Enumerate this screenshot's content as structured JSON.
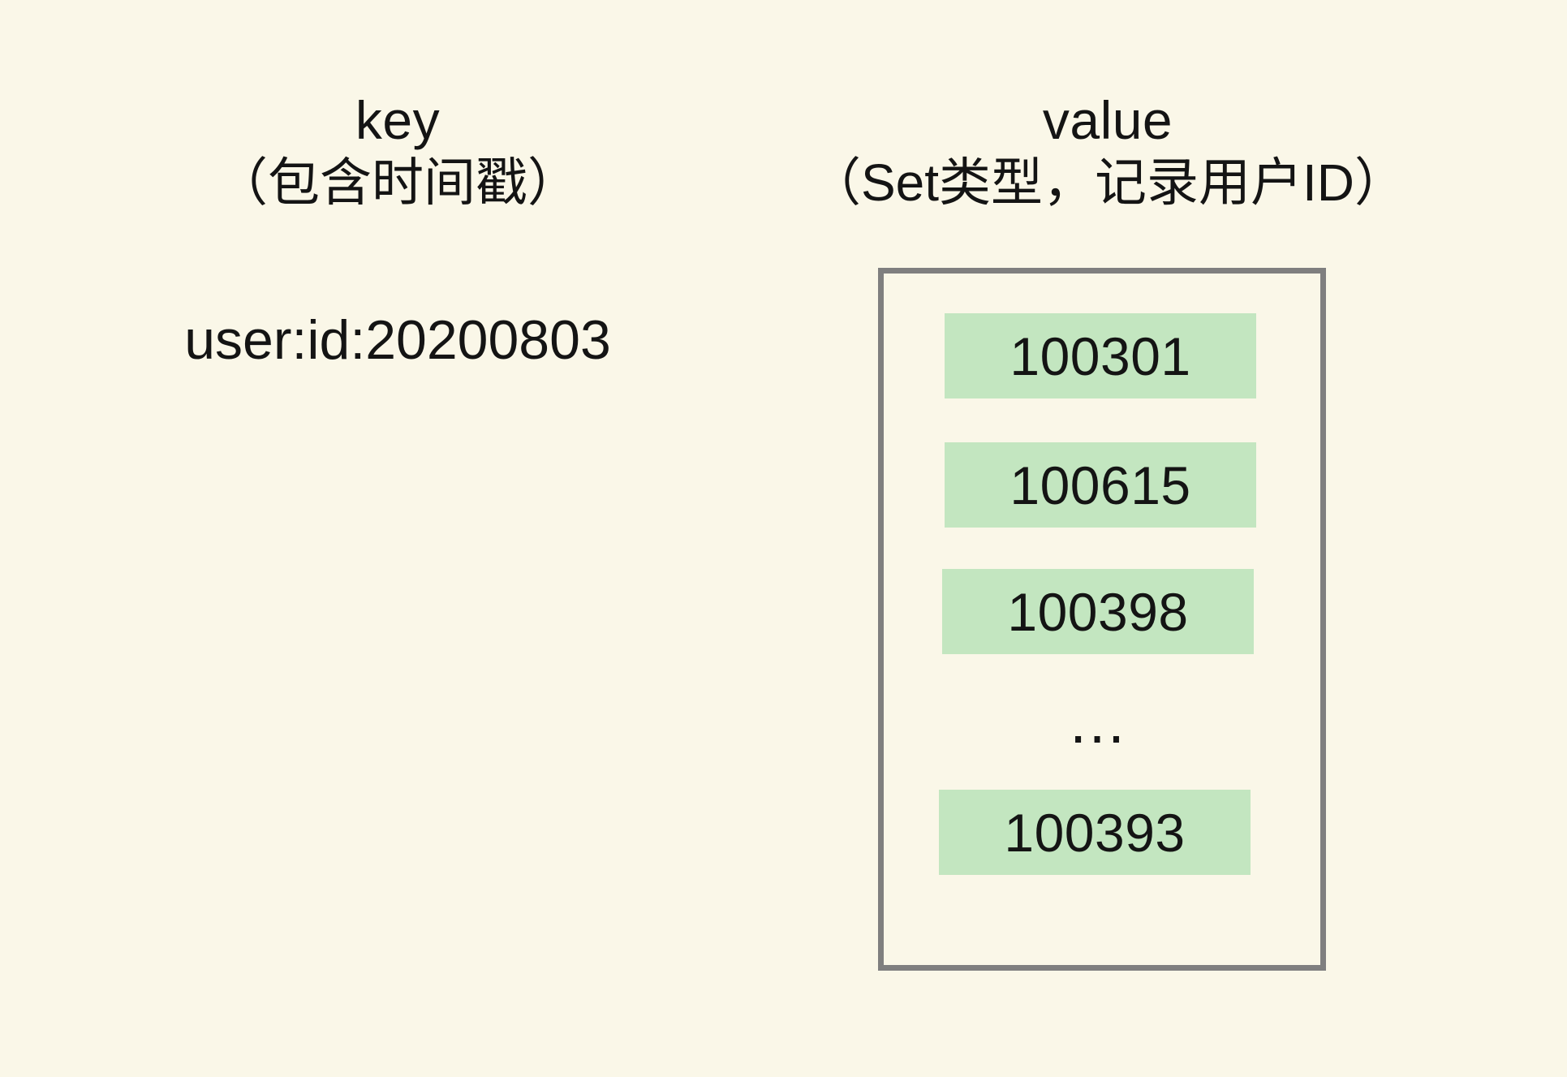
{
  "canvas": {
    "background_color": "#faf7e8",
    "text_color": "#141414"
  },
  "key_column": {
    "title": "key",
    "subtitle": "（包含时间戳）",
    "value": "user:id:20200803"
  },
  "value_column": {
    "title": "value",
    "subtitle": "（Set类型，记录用户ID）",
    "box": {
      "border_color": "#7f7f7f",
      "chip_color": "#c3e6c0",
      "members": [
        {
          "label": "100301",
          "kind": "chip"
        },
        {
          "label": "100615",
          "kind": "chip"
        },
        {
          "label": "100398",
          "kind": "chip"
        },
        {
          "label": "…",
          "kind": "ellipsis"
        },
        {
          "label": "100393",
          "kind": "chip"
        }
      ]
    }
  }
}
